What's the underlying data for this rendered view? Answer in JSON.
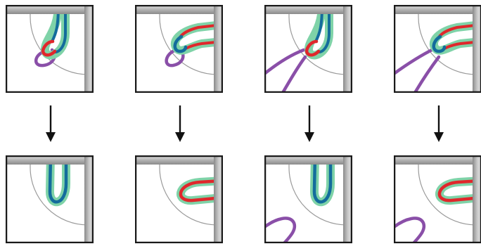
{
  "figure": {
    "columns": [
      {
        "id": "col-1",
        "top": "tube-vertical-red-tip-purple-short",
        "bottom": "tube-vertical-blue-tip"
      },
      {
        "id": "col-2",
        "top": "tube-horizontal-blue-tip-purple-short",
        "bottom": "tube-horizontal-red-tip"
      },
      {
        "id": "col-3",
        "top": "tube-vertical-red-tip-purple-long",
        "bottom": "tube-vertical-blue-tip-purple-residual"
      },
      {
        "id": "col-4",
        "top": "tube-horizontal-blue-tip-purple-long",
        "bottom": "tube-horizontal-red-tip-purple-residual"
      }
    ],
    "arrow_direction": "down",
    "colors": {
      "frame": "#1a1a1a",
      "bar_light": "#d9d9d9",
      "bar_mid": "#a8a8a8",
      "bar_dark": "#7a7a7a",
      "arc": "#9a9a9a",
      "halo": "#7fd3a8",
      "blue": "#136c9c",
      "red": "#e0272b",
      "purple": "#8a4fa8",
      "arrow": "#111111"
    }
  }
}
